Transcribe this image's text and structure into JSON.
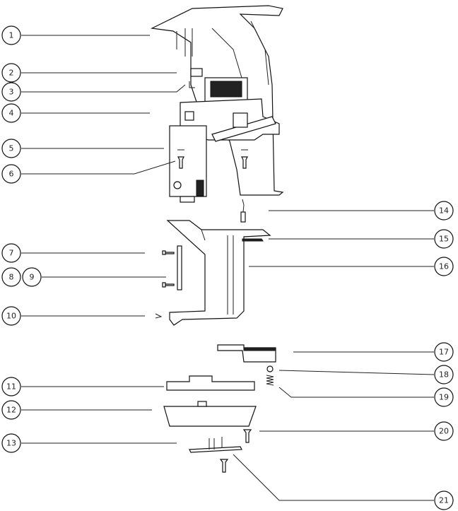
{
  "diagram": {
    "callouts_left": [
      {
        "label": "1"
      },
      {
        "label": "2"
      },
      {
        "label": "3"
      },
      {
        "label": "4"
      },
      {
        "label": "5"
      },
      {
        "label": "6"
      },
      {
        "label": "7"
      },
      {
        "label": "8"
      },
      {
        "label": "9"
      },
      {
        "label": "10"
      },
      {
        "label": "11"
      },
      {
        "label": "12"
      },
      {
        "label": "13"
      }
    ],
    "callouts_right": [
      {
        "label": "14"
      },
      {
        "label": "15"
      },
      {
        "label": "16"
      },
      {
        "label": "17"
      },
      {
        "label": "18"
      },
      {
        "label": "19"
      },
      {
        "label": "20"
      },
      {
        "label": "21"
      }
    ]
  }
}
